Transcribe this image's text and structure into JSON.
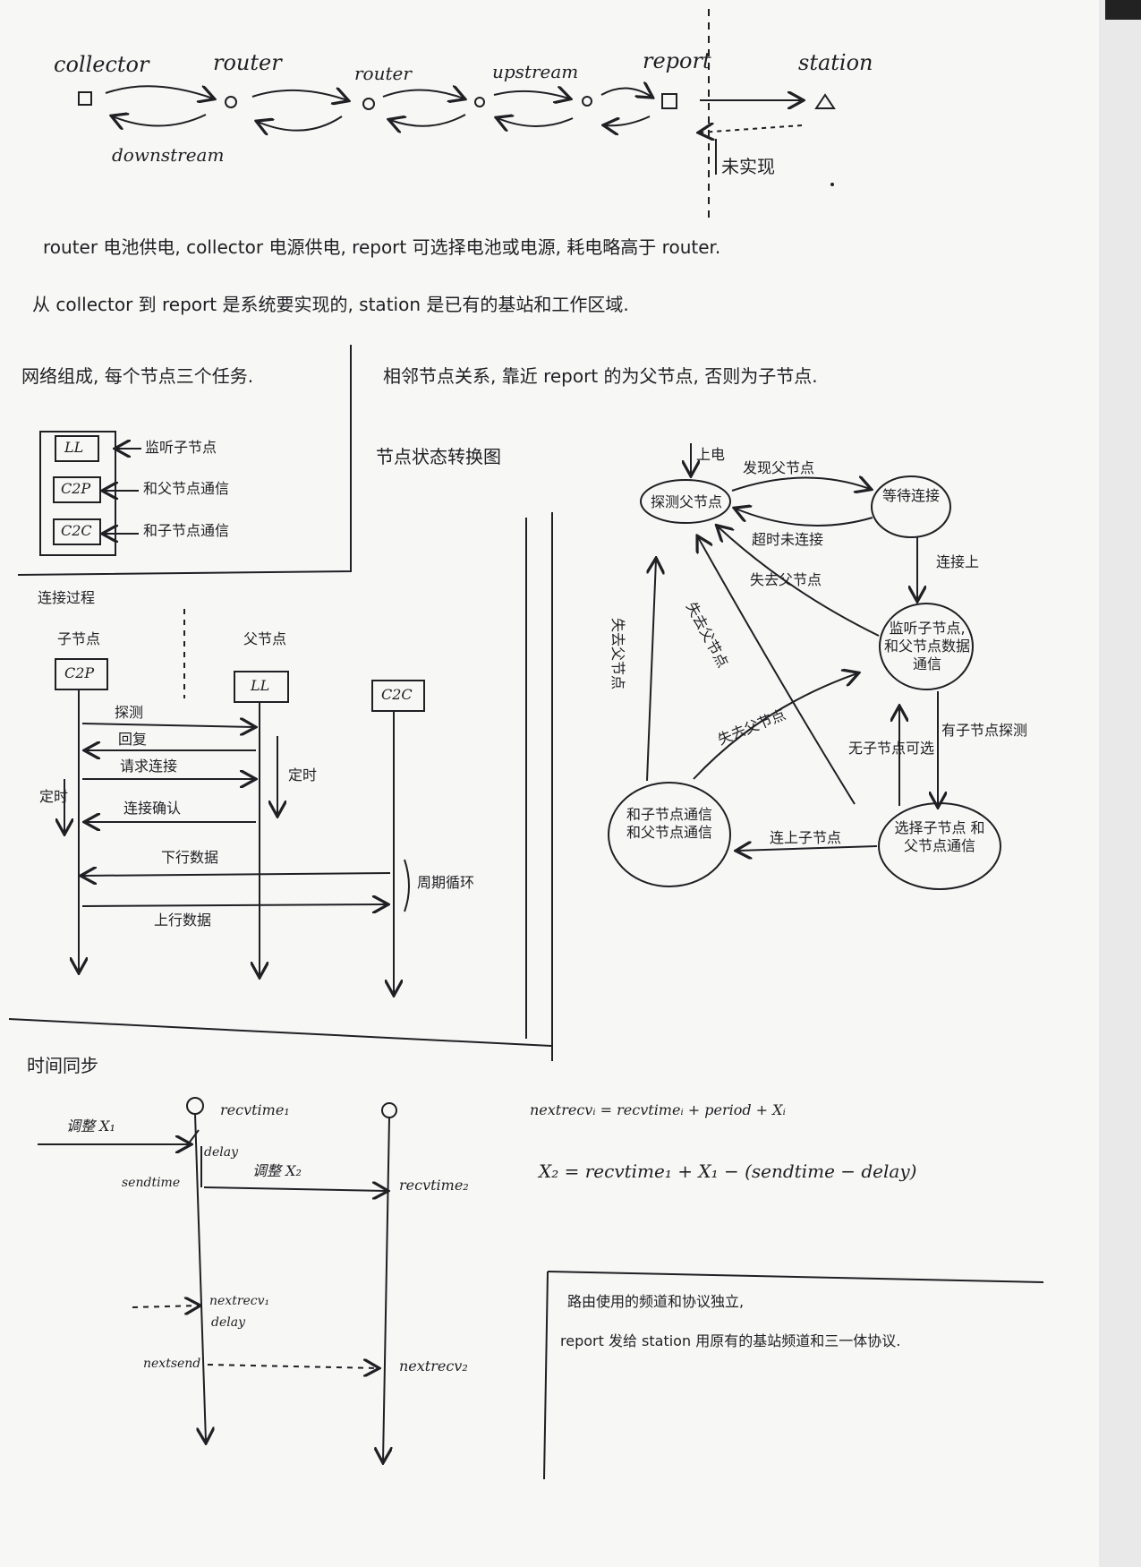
{
  "topology": {
    "labels": {
      "collector": "collector",
      "router1": "router",
      "router2": "router",
      "upstream": "upstream",
      "report": "report",
      "station": "station",
      "downstream": "downstream",
      "not_implemented": "未实现"
    }
  },
  "notes": {
    "line1": "router 电池供电, collector 电源供电, report 可选择电池或电源, 耗电略高于 router.",
    "line2": "从 collector 到 report 是系统要实现的, station 是已有的基站和工作区域."
  },
  "tasks": {
    "title": "网络组成, 每个节点三个任务.",
    "items": [
      {
        "tag": "LL",
        "desc": "监听子节点"
      },
      {
        "tag": "C2P",
        "desc": "和父节点通信"
      },
      {
        "tag": "C2C",
        "desc": "和子节点通信"
      }
    ]
  },
  "relation_note": "相邻节点关系, 靠近 report 的为父节点, 否则为子节点.",
  "sequence": {
    "title": "连接过程",
    "child_label": "子节点",
    "parent_label": "父节点",
    "child_box": "C2P",
    "parent_box": "LL",
    "third_box": "C2C",
    "messages": [
      "探测",
      "回复",
      "请求连接",
      "连接确认",
      "下行数据",
      "上行数据"
    ],
    "timer_label": "定时",
    "cycle_label": "周期循环"
  },
  "state_diagram": {
    "title": "节点状态转换图",
    "states": {
      "search": "探测父节点",
      "wait": "等待连接",
      "listen": "监听子节点, 和父节点数据通信",
      "comm": "和子节点通信 和父节点通信",
      "select": "选择子节点 和父节点通信"
    },
    "transitions": {
      "power_on": "上电",
      "found_parent": "发现父节点",
      "timeout": "超时未连接",
      "connected": "连接上",
      "lost_parent_a": "失去父节点",
      "lost_parent_b": "失去父节点",
      "lost_parent_c": "失去父节点",
      "lost_parent_d": "失去父节点",
      "child_probe": "有子节点探测",
      "no_child": "无子节点可选",
      "connect_child": "连上子节点"
    }
  },
  "time_sync": {
    "title": "时间同步",
    "adjust1": "调整 X₁",
    "recvtime1": "recvtime₁",
    "delay": "delay",
    "sendtime": "sendtime",
    "adjust2": "调整 X₂",
    "recvtime2": "recvtime₂",
    "nextrecv1": "nextrecv₁",
    "delay2": "delay",
    "nextsend": "nextsend",
    "nextrecv2": "nextrecv₂",
    "formula1": "nextrecvᵢ = recvtimeᵢ + period + Xᵢ",
    "formula2": "X₂ = recvtime₁ + X₁ − (sendtime − delay)"
  },
  "bottom_note": {
    "line1": "路由使用的频道和协议独立,",
    "line2": "report 发给 station 用原有的基站频道和三一体协议."
  }
}
